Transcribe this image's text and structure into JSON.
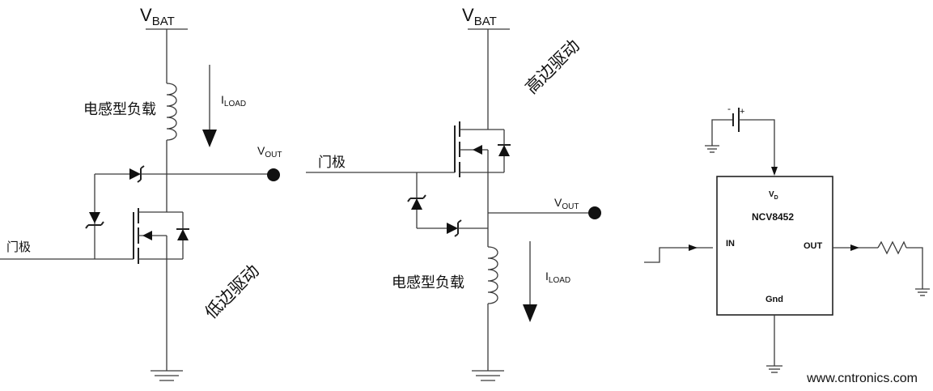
{
  "low_side": {
    "vbat": "V",
    "vbat_sub": "BAT",
    "load": "电感型负载",
    "iload": "I",
    "iload_sub": "LOAD",
    "vout": "V",
    "vout_sub": "OUT",
    "gate": "门极",
    "title": "低边驱动",
    "title_color": "#2e5f9e"
  },
  "high_side": {
    "vbat": "V",
    "vbat_sub": "BAT",
    "load": "电感型负载",
    "iload": "I",
    "iload_sub": "LOAD",
    "vout": "V",
    "vout_sub": "OUT",
    "gate": "门极",
    "title": "高边驱动",
    "title_color": "#c0272d"
  },
  "ic_block": {
    "part": "NCV8452",
    "vd": "V",
    "vd_sub": "D",
    "in": "IN",
    "out": "OUT",
    "gnd": "Gnd",
    "battery_minus": "-",
    "battery_plus": "+"
  },
  "watermark": {
    "text": "www.cntronics.com",
    "color": "#a8d8a0"
  }
}
